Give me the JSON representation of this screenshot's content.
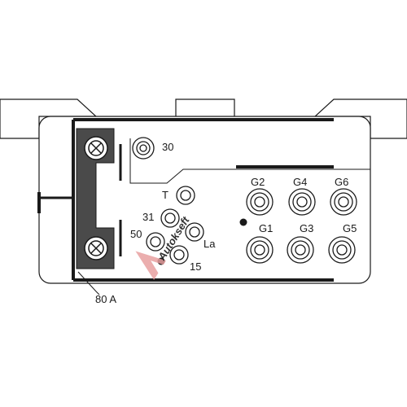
{
  "diagram": {
    "terminals": {
      "t30": "30",
      "tT": "T",
      "t31": "31",
      "t50": "50",
      "tLa": "La",
      "t15": "15",
      "g1": "G1",
      "g2": "G2",
      "g3": "G3",
      "g4": "G4",
      "g5": "G5",
      "g6": "G6"
    },
    "fuse_label": "80 A"
  },
  "watermark": {
    "text": "Autokseft",
    "color": "#e8a0a0"
  },
  "colors": {
    "line": "#1a1a1a",
    "fuse_fill": "#4a4a4a",
    "background": "#ffffff"
  }
}
